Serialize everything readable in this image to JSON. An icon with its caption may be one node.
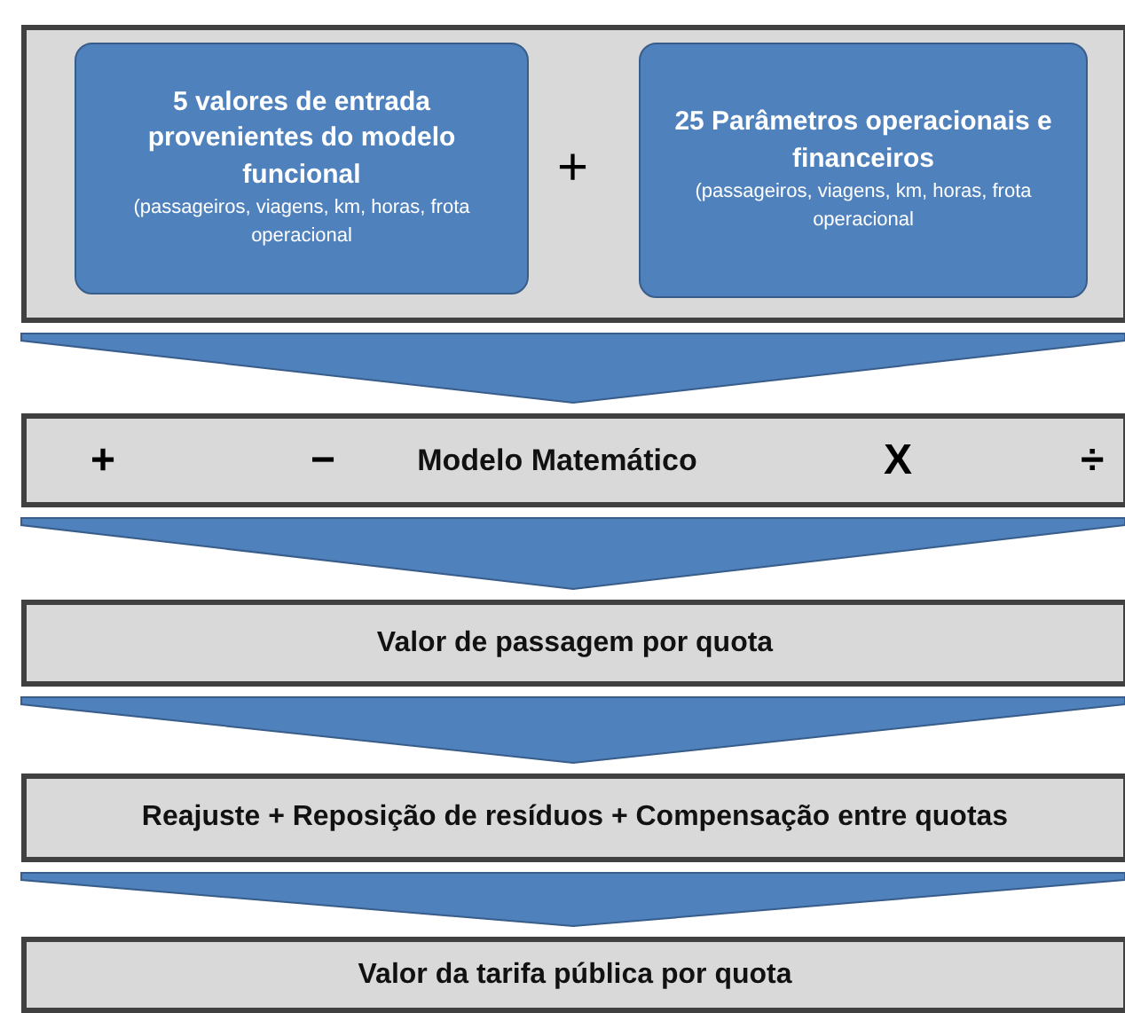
{
  "diagram": {
    "nodes": [
      {
        "text": [],
        "shape": "box"
      },
      {
        "text": [
          "5 valores de entrada provenientes do modelo funcional",
          "(passageiros, viagens, km, horas, frota operacional"
        ],
        "in": 0
      },
      {
        "text": [
          "25 Parâmetros operacionais e financeiros",
          "(passageiros, viagens, km, horas, frota operacional"
        ],
        "in": 0
      },
      {
        "text": [
          "+",
          "−",
          "Modelo Matemático",
          "X",
          "÷"
        ]
      },
      {
        "text": [
          "Valor de passagem por quota"
        ]
      },
      {
        "text": [
          "Reajuste + Reposição de resíduos + Compensação entre quotas"
        ]
      },
      {
        "text": [
          "Valor da tarifa pública por quota"
        ]
      }
    ],
    "edges": [
      {
        "from": 0,
        "to": 3,
        "arrow": "to"
      },
      {
        "from": 3,
        "to": 4,
        "arrow": "to"
      },
      {
        "from": 4,
        "to": 5,
        "arrow": "to"
      },
      {
        "from": 5,
        "to": 6,
        "arrow": "to"
      }
    ],
    "labels": [
      "+"
    ]
  }
}
